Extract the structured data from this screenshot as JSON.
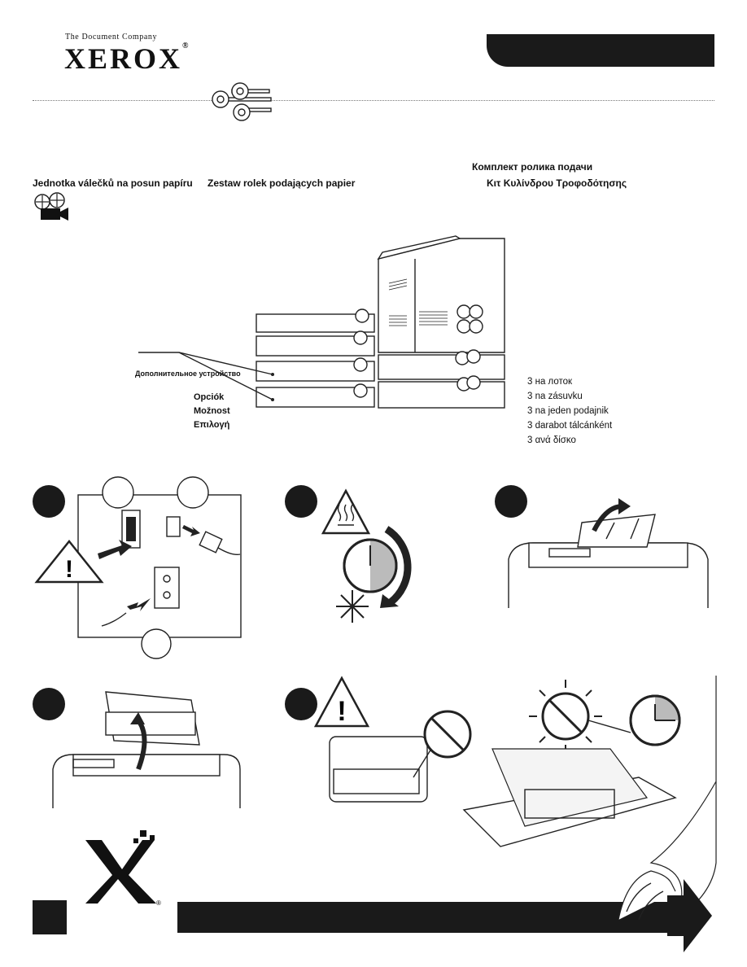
{
  "brand": {
    "tagline": "The Document Company",
    "logo": "XEROX",
    "logo_mark": "®"
  },
  "part": {
    "title_cs": "Jednotka válečků na posun papíru",
    "title_pl": "Zestaw rolek podających papier",
    "title_ru": "Комплект ролика подачи",
    "title_el": "Κιτ Κυλίνδρου Τροφοδότησης"
  },
  "option": {
    "ru": "Дополнительное устройство",
    "hu": "Opciók",
    "cs": "Možnost",
    "el": "Επιλογή"
  },
  "quantity": [
    "3 на лоток",
    "3 na zásuvku",
    "3 na jeden podajnik",
    "3 darabot tálcánként",
    "3 ανά δίσκο"
  ]
}
